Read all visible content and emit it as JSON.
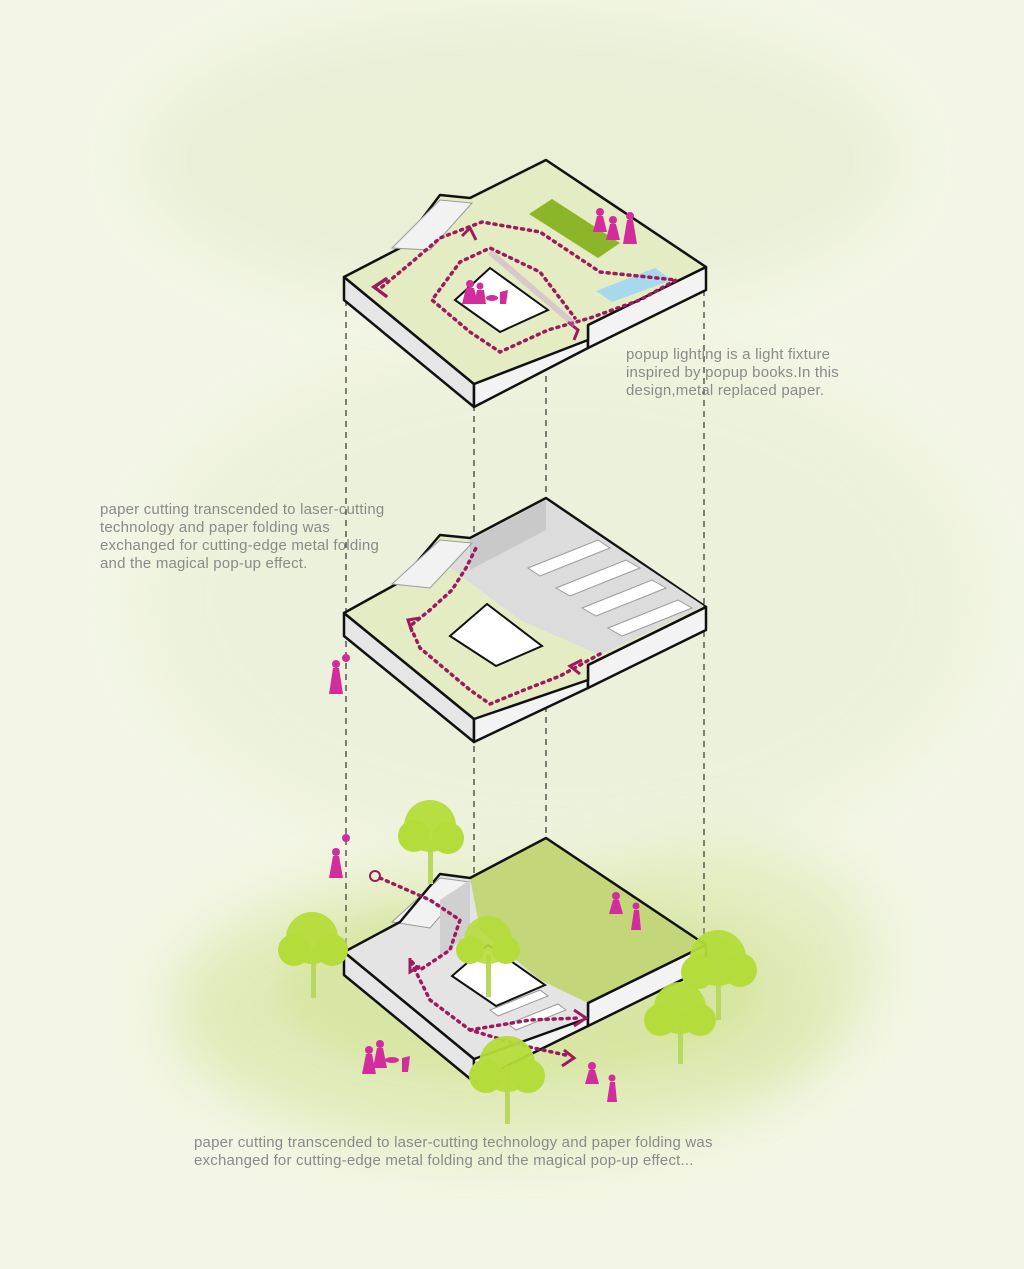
{
  "captions": {
    "top": {
      "lines": [
        "popup lighting is a light fixture",
        "inspired by popup books.In this",
        "design,metal replaced paper."
      ]
    },
    "middle": {
      "lines": [
        "paper cutting transcended to laser-cutting",
        "technology and paper folding was",
        "exchanged for cutting-edge metal folding",
        "and the magical pop-up effect."
      ]
    },
    "bottom": {
      "lines": [
        "paper cutting transcended to laser-cutting technology and paper folding was",
        "exchanged for cutting-edge metal folding and the magical pop-up effect..."
      ]
    }
  },
  "colors": {
    "background": "#f3f6e6",
    "watercolor_wash": "#e2ecc6",
    "floor_plate": "#e4ecc4",
    "lawn_bottom": "#c3d77a",
    "planter_top": "#8db52a",
    "water_pool": "#a8d8ec",
    "plate_side": "#e9e9e9",
    "plate_outline": "#111111",
    "interior_walls": "#d8d8d8",
    "circulation_path": "#9c1b5c",
    "people": "#d32c9c",
    "trees": "#b4dc3a",
    "tree_trunk": "#b8d860",
    "caption_text": "#8a8a8a"
  },
  "icons": [
    "person-figure-icon",
    "tree-icon",
    "circulation-arrow-icon"
  ]
}
